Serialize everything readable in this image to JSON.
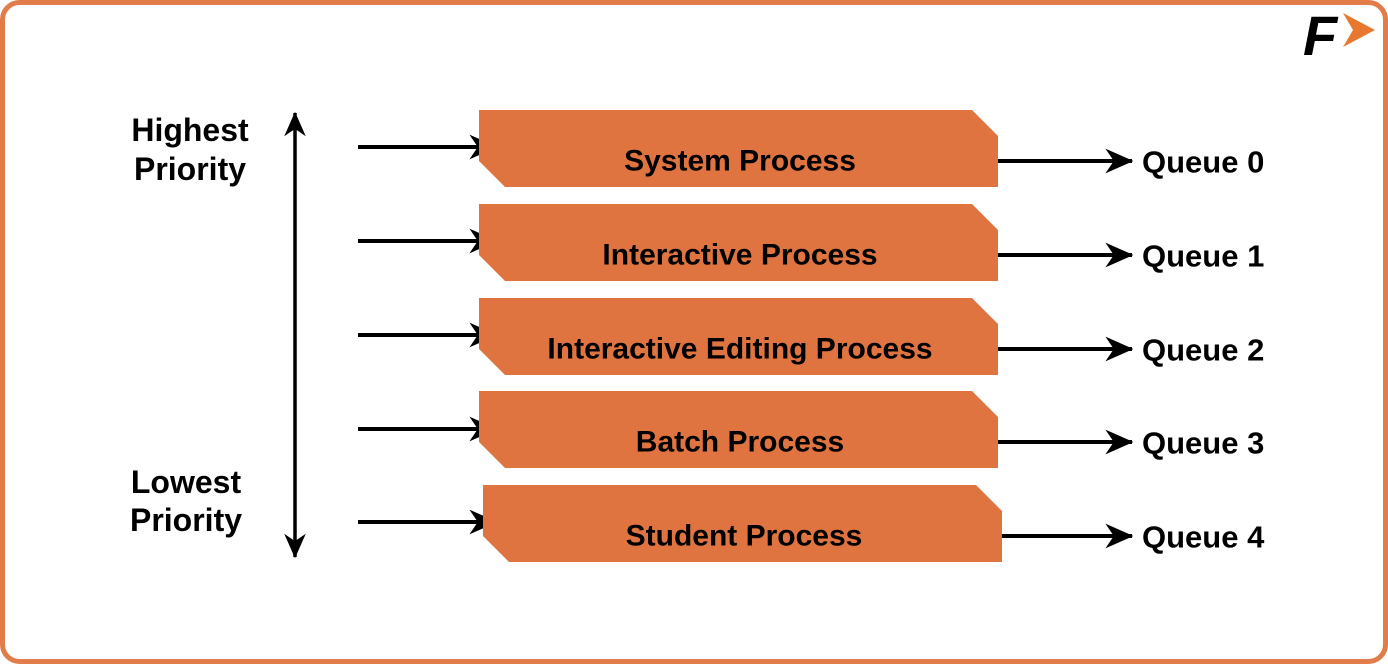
{
  "logo": {
    "letter": "F"
  },
  "colors": {
    "banner_fill": "#E07440",
    "frame_border": "#E27C4A",
    "arrow": "#000000",
    "text": "#000000",
    "logo_letter": "#161616",
    "logo_chevron": "#E87830"
  },
  "priority_axis": {
    "highest": {
      "line1": "Highest",
      "line2": "Priority"
    },
    "lowest": {
      "line1": "Lowest",
      "line2": "Priority"
    }
  },
  "rows": [
    {
      "process": "System Process",
      "queue": "Queue 0"
    },
    {
      "process": "Interactive Process",
      "queue": "Queue 1"
    },
    {
      "process": "Interactive Editing Process",
      "queue": "Queue 2"
    },
    {
      "process": "Batch Process",
      "queue": "Queue 3"
    },
    {
      "process": "Student Process",
      "queue": "Queue 4"
    }
  ]
}
